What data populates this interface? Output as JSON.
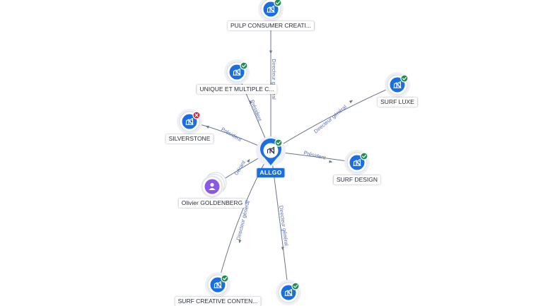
{
  "center": {
    "label": "ALLGO",
    "status": "active"
  },
  "nodes": [
    {
      "key": "pulp",
      "label": "PULP CONSUMER CREATI...",
      "type": "company",
      "status": "active"
    },
    {
      "key": "unique",
      "label": "UNIQUE ET MULTIPLE C...",
      "type": "company",
      "status": "active"
    },
    {
      "key": "silverstone",
      "label": "SILVERSTONE",
      "type": "company",
      "status": "closed"
    },
    {
      "key": "olivier",
      "label": "Olivier GOLDENBERG",
      "type": "person"
    },
    {
      "key": "surfluxe",
      "label": "SURF LUXE",
      "type": "company",
      "status": "active"
    },
    {
      "key": "surfdesign",
      "label": "SURF DESIGN",
      "type": "company",
      "status": "active"
    },
    {
      "key": "surfcreative",
      "label": "SURF CREATIVE CONTEN...",
      "type": "company",
      "status": "active"
    },
    {
      "key": "bottom",
      "label": "",
      "type": "company",
      "status": "active"
    }
  ],
  "edges": [
    {
      "key": "pulp",
      "label": "Directeur général"
    },
    {
      "key": "unique",
      "label": "Président"
    },
    {
      "key": "silverstone",
      "label": "Président"
    },
    {
      "key": "olivier",
      "label": "Gérant"
    },
    {
      "key": "surfluxe",
      "label": "Directeur général"
    },
    {
      "key": "surfdesign",
      "label": "Président"
    },
    {
      "key": "surfcreative",
      "label": "Directeur général"
    },
    {
      "key": "bottom",
      "label": "Directeur général"
    }
  ],
  "colors": {
    "company": "#1a6fe0",
    "person": "#8a57e6",
    "active": "#1e8f4e",
    "closed": "#d51f3b",
    "edge": "#6b7587",
    "edge_label": "#5b6eb8"
  },
  "icons": {
    "company": "building-icon",
    "person": "person-icon",
    "active": "check-badge-icon",
    "closed": "cross-badge-icon"
  }
}
